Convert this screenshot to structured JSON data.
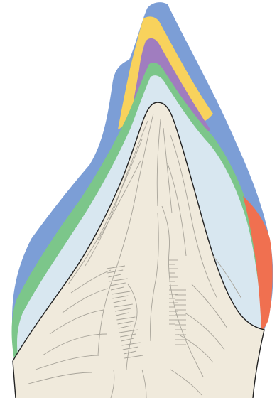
{
  "diagram": {
    "layers": [
      {
        "id": "outer-layer",
        "color": "#7C9ED6"
      },
      {
        "id": "yellow-layer",
        "color": "#F8D25C"
      },
      {
        "id": "purple-layer",
        "color": "#A07DBF"
      },
      {
        "id": "green-layer",
        "color": "#7CC68A"
      },
      {
        "id": "inner-layer",
        "color": "#D8E7F0"
      },
      {
        "id": "core",
        "color": "#F0EADC"
      },
      {
        "id": "side-patch",
        "color": "#F07050"
      }
    ],
    "outline_color": "#222222",
    "texture_color": "#A8A49A"
  }
}
